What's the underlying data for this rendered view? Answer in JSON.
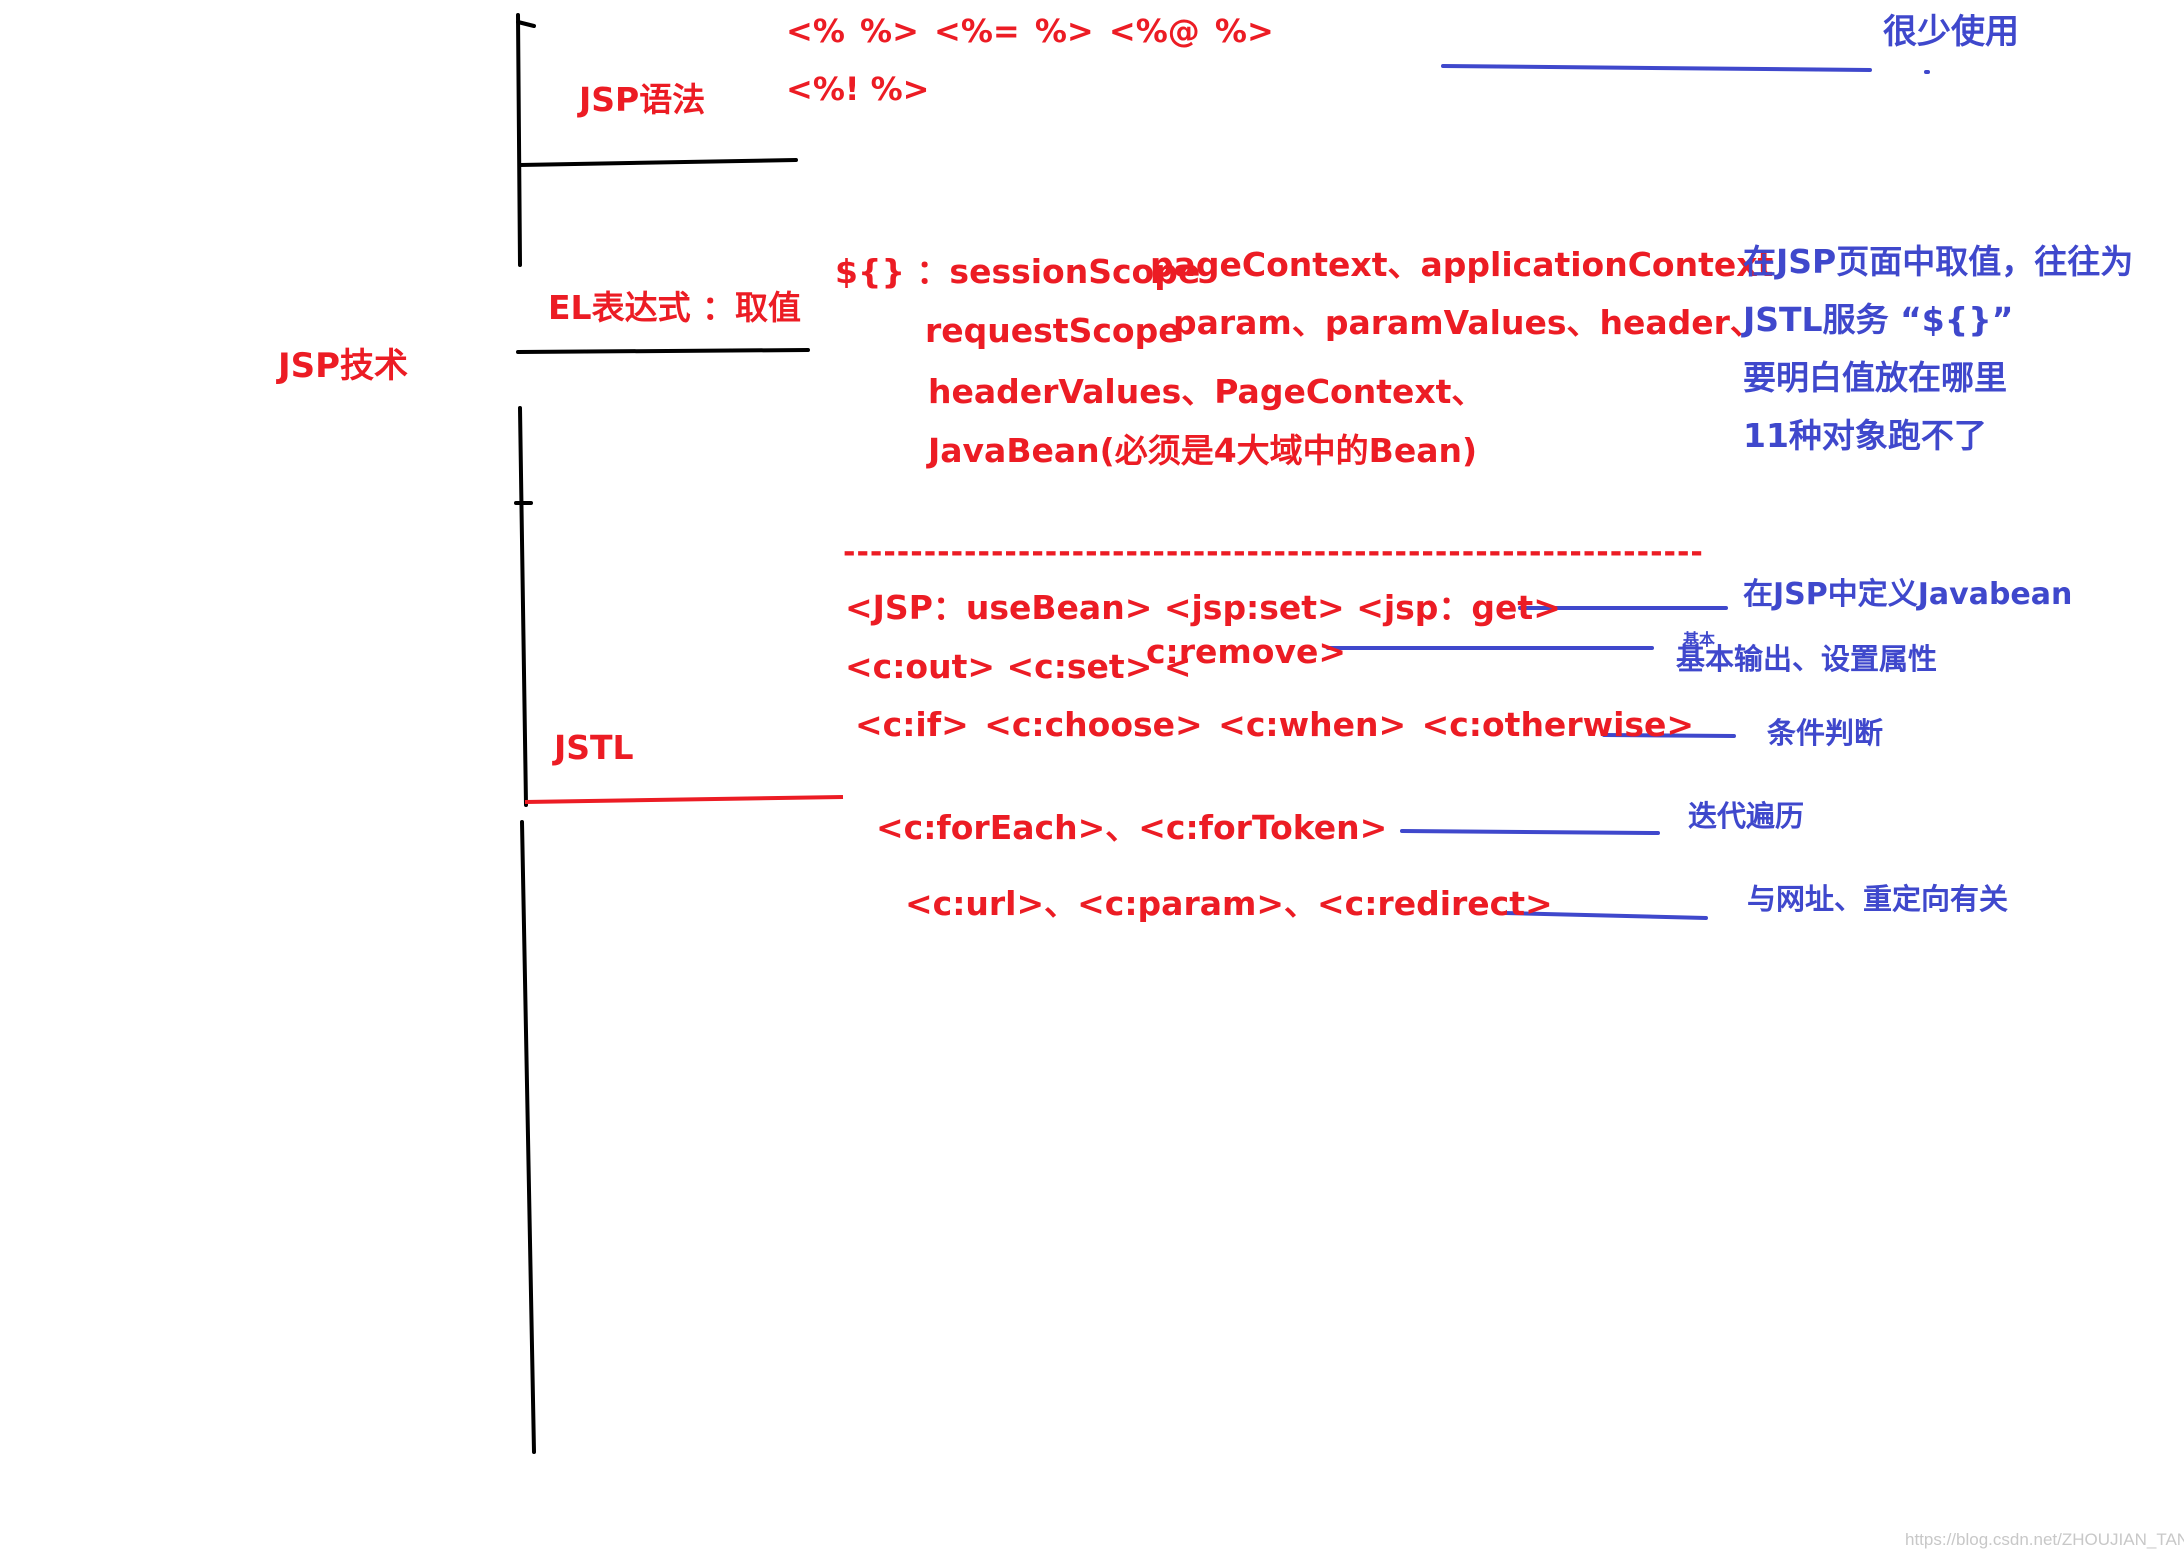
{
  "root": {
    "label": "JSP技术"
  },
  "branches": {
    "syntax": "JSP语法",
    "el": "EL表达式 ：取值",
    "jstl": "JSTL"
  },
  "syntax": {
    "line1": "<% %>  <%=  %>  <%@ %>",
    "line2": "<%!  %>",
    "note": "很少使用"
  },
  "el": {
    "line1a": "${} ：sessionScope",
    "line1b": "pageContext、applicationContext",
    "line2a": "requestScope",
    "line2b": "param、paramValues、header、",
    "line3": "headerValues、PageContext、",
    "line4": "JavaBean(必须是4大域中的Bean)",
    "notes": [
      "在JSP页面中取值，往往为",
      "JSTL服务  “${}”",
      "要明白值放在哪里",
      "11种对象跑不了"
    ]
  },
  "separator": "----------------------------------------------------------------",
  "jstl": {
    "usebean": "<JSP：useBean>  <jsp:set> <jsp：get>",
    "usebean_note": "在JSP中定义Javabean",
    "out_set": "<c:out> <c:set> <",
    "remove": "c:remove>",
    "out_note_small": "基本",
    "out_note": "基本输出、设置属性",
    "cond": "<c:if>  <c:choose> <c:when> <c:otherwise>",
    "cond_note": "条件判断",
    "iter": "<c:forEach>、<c:forToken>",
    "iter_note": "迭代遍历",
    "url": "<c:url>、<c:param>、<c:redirect>",
    "url_note": "与网址、重定向有关"
  },
  "watermark": "https://blog.csdn.net/ZHOUJIAN_TANK",
  "colors": {
    "red": "#ec1c24",
    "blue": "#3f48cc",
    "black": "#000000"
  }
}
